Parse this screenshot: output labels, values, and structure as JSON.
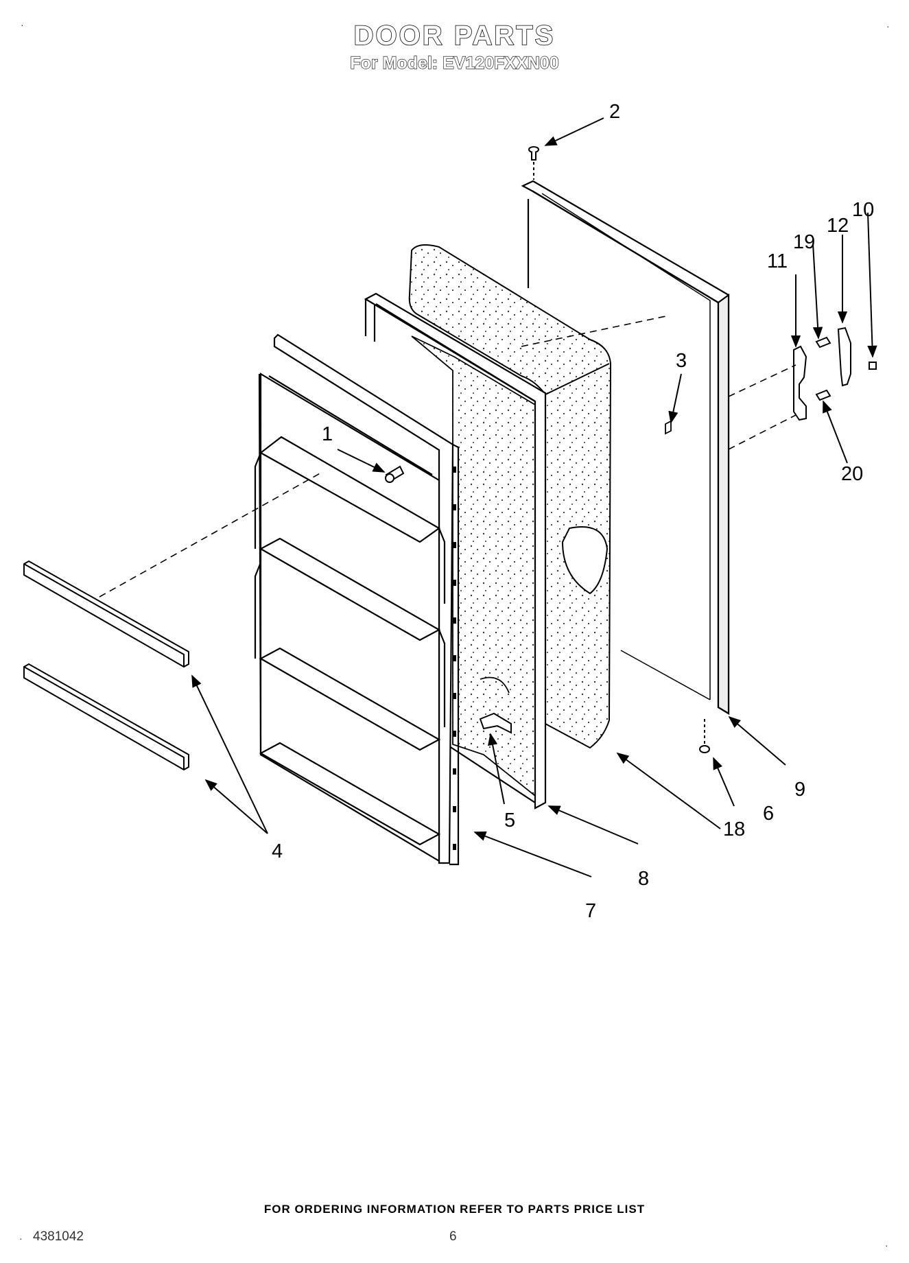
{
  "header": {
    "title": "DOOR PARTS",
    "subtitle": "For Model: EV120FXXN00"
  },
  "footer": {
    "ordering_note": "FOR ORDERING INFORMATION REFER TO PARTS PRICE LIST",
    "document_number": "4381042",
    "page_number": "6"
  },
  "corner_marks": [
    "·",
    "·",
    "·",
    "·"
  ],
  "callouts": [
    "1",
    "2",
    "3",
    "4",
    "5",
    "6",
    "7",
    "8",
    "9",
    "10",
    "11",
    "12",
    "18",
    "19",
    "20"
  ]
}
